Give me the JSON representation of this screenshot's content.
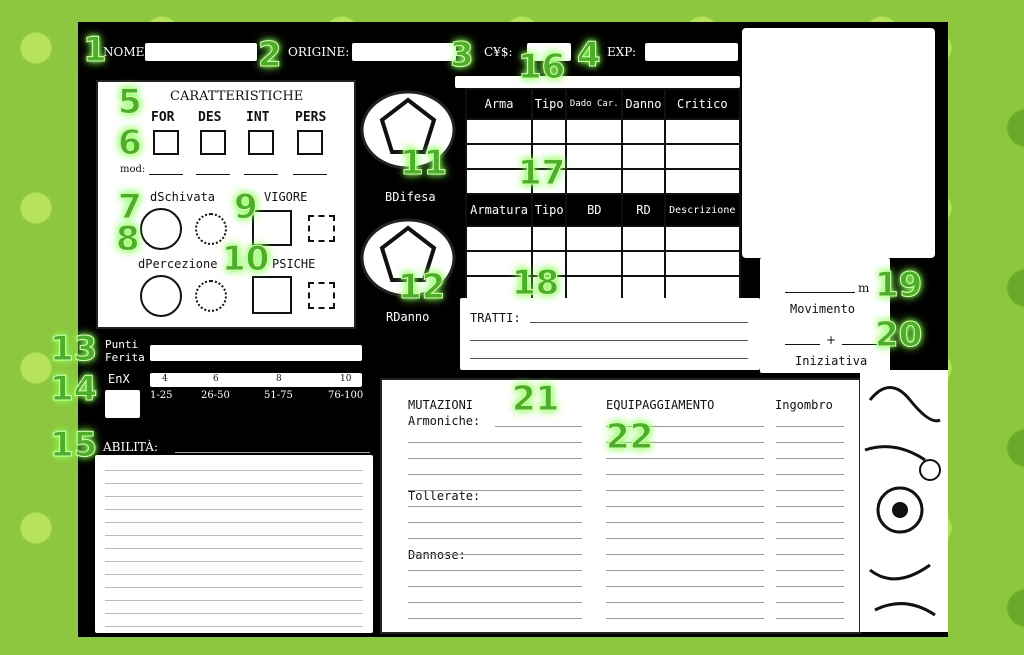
{
  "header": {
    "nome": "NOME:",
    "origine": "ORIGINE:",
    "money": "C¥$:",
    "exp": "EXP:"
  },
  "stats": {
    "title": "CARATTERISTICHE",
    "attrs": [
      "FOR",
      "DES",
      "INT",
      "PERS"
    ],
    "mod": "mod:",
    "dodge": "dSchivata",
    "vigor": "VIGORE",
    "perception": "dPercezione",
    "psyche": "PSICHE"
  },
  "defense": {
    "bdifesa": "BDifesa",
    "rdanno": "RDanno"
  },
  "weapons": {
    "headers": [
      "Arma",
      "Tipo",
      "Dado Car.",
      "Danno",
      "Critico"
    ]
  },
  "armor": {
    "headers": [
      "Armatura",
      "Tipo",
      "BD",
      "RD",
      "Descrizione"
    ]
  },
  "traits": {
    "label": "TRATTI:"
  },
  "movement": {
    "unit": "m",
    "label": "Movimento",
    "plus": "+",
    "initiative": "Iniziativa"
  },
  "health": {
    "label1": "Punti",
    "label2": "Ferita",
    "enx": "EnX",
    "enx_values": [
      "4",
      "6",
      "8",
      "10"
    ],
    "enx_ranges": [
      "1-25",
      "26-50",
      "51-75",
      "76-100"
    ]
  },
  "skills": {
    "label": "ABILITÀ:"
  },
  "mutations": {
    "title": "MUTAZIONI",
    "armoniche": "Armoniche:",
    "tollerate": "Tollerate:",
    "dannose": "Dannose:"
  },
  "equipment": {
    "title": "EQUIPAGGIAMENTO",
    "weight": "Ingombro"
  },
  "markers": [
    "1",
    "2",
    "3",
    "4",
    "5",
    "6",
    "7",
    "8",
    "9",
    "10",
    "11",
    "12",
    "13",
    "14",
    "15",
    "16",
    "17",
    "18",
    "19",
    "20",
    "21",
    "22"
  ]
}
